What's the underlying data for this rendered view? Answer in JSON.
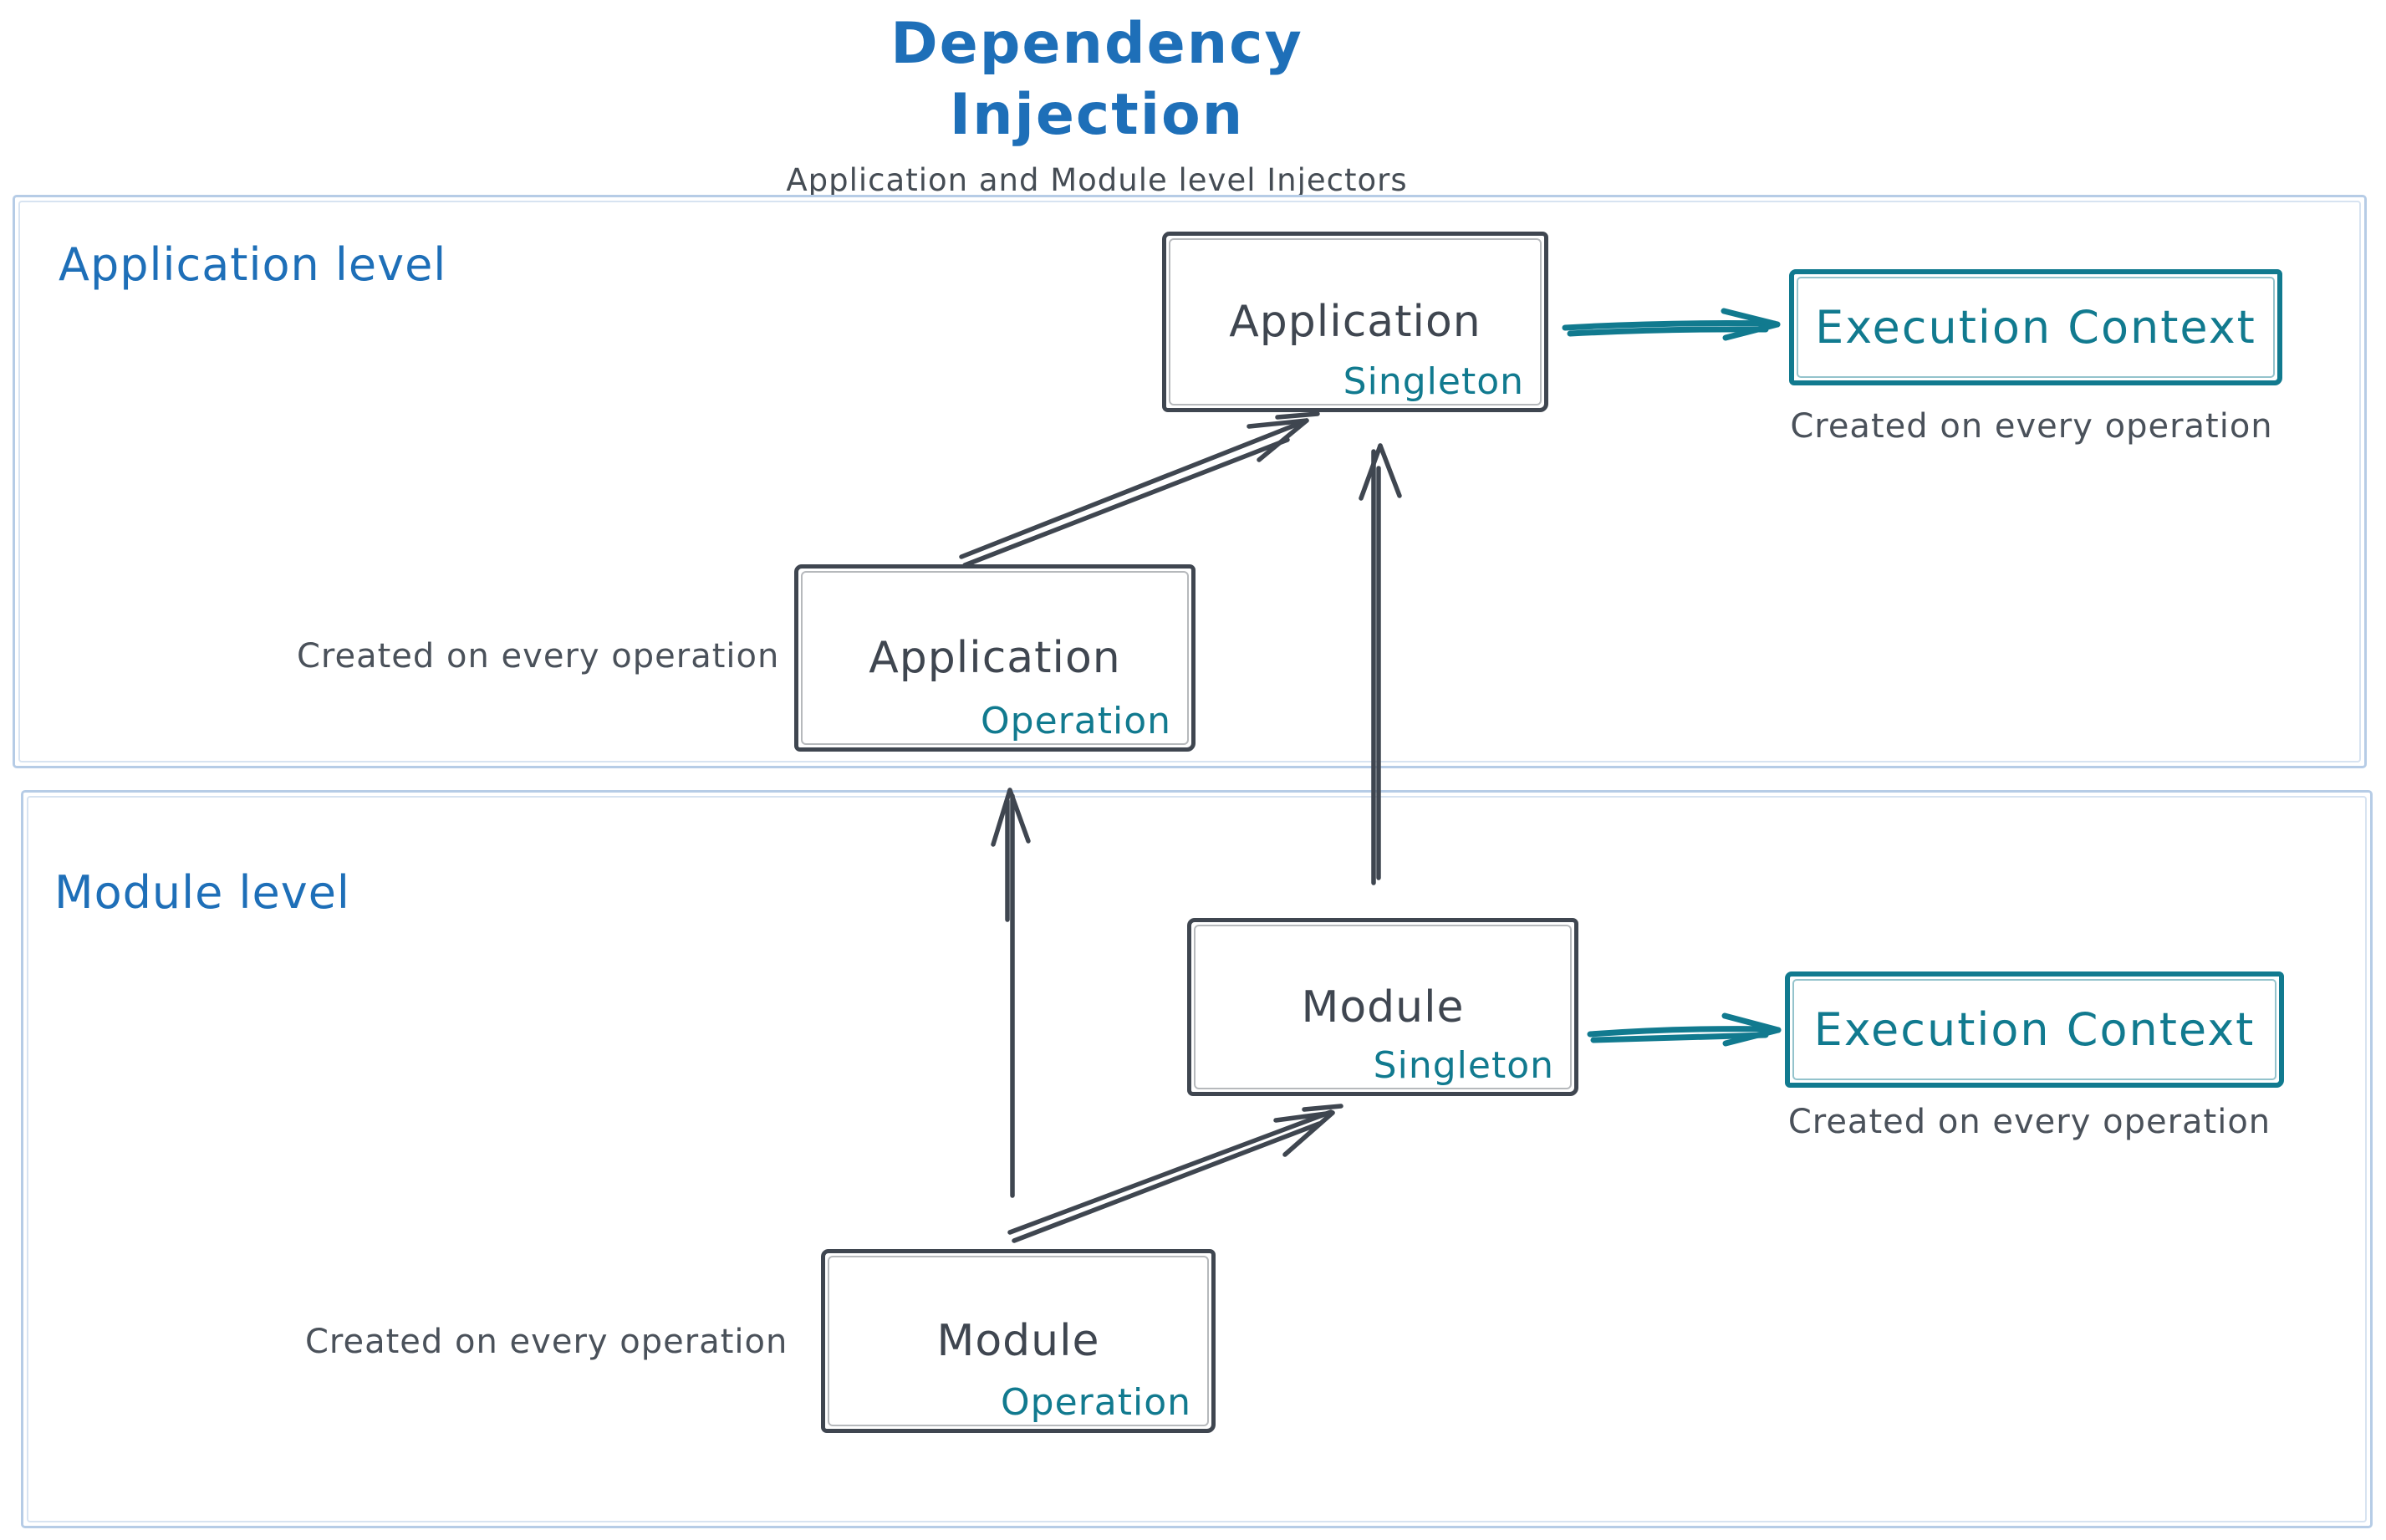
{
  "title": "Dependency Injection",
  "subtitle": "Application and Module level Injectors",
  "colors": {
    "accent_blue": "#1e6fb8",
    "teal": "#117a8f",
    "ink": "#3f4650",
    "container_border": "#b6cce6"
  },
  "sections": {
    "application": {
      "label": "Application level"
    },
    "module": {
      "label": "Module level"
    }
  },
  "nodes": {
    "app_singleton": {
      "title": "Application",
      "badge": "Singleton"
    },
    "app_operation": {
      "title": "Application",
      "badge": "Operation"
    },
    "module_singleton": {
      "title": "Module",
      "badge": "Singleton"
    },
    "module_operation": {
      "title": "Module",
      "badge": "Operation"
    },
    "ec_app": {
      "title": "Execution Context"
    },
    "ec_module": {
      "title": "Execution Context"
    }
  },
  "notes": {
    "ec_app": "Created on every operation",
    "app_operation": "Created on every operation",
    "ec_module": "Created on every operation",
    "module_operation": "Created on every operation"
  }
}
